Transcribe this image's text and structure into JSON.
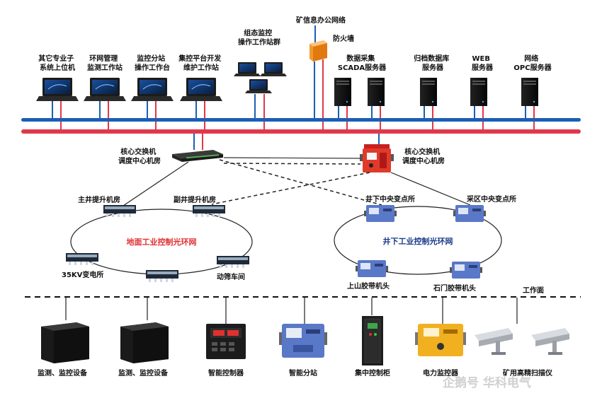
{
  "top_labels": {
    "mine_office_network": "矿信息办公网络",
    "firewall": "防火墙",
    "config_ws_group": [
      "组态监控",
      "操作工作站群"
    ],
    "other_pc": [
      "其它专业子",
      "系统上位机"
    ],
    "ring_mgmt": [
      "环网管理",
      "监测工作站"
    ],
    "sub_control": [
      "监控分站",
      "操作工作台"
    ],
    "integration": [
      "集控平台开发",
      "维护工作站"
    ],
    "scada": [
      "数据采集",
      "SCADA服务器"
    ],
    "archive": [
      "归档数据库",
      "服务器"
    ],
    "web": [
      "WEB",
      "服务器"
    ],
    "opc": [
      "网络",
      "OPC服务器"
    ]
  },
  "core_switches": {
    "left": [
      "核心交换机",
      "调度中心机房"
    ],
    "right": [
      "核心交换机",
      "调度中心机房"
    ]
  },
  "ground_ring": {
    "title": "地面工业控制光环网",
    "nodes": [
      "主井提升机房",
      "副井提升机房",
      "35KV变电所",
      "动筛车间"
    ]
  },
  "underground_ring": {
    "title": "井下工业控制光环网",
    "nodes": [
      "井下中央变点所",
      "采区中央变点所",
      "上山胶带机头",
      "石门胶带机头"
    ]
  },
  "work_face": "工作面",
  "bottom_devices": [
    "监测、监控设备",
    "监测、监控设备",
    "智能控制器",
    "智能分站",
    "集中控制柜",
    "电力监控器",
    "矿用高精扫描仪"
  ],
  "watermark": "企鹅号 华科电气",
  "colors": {
    "blue_bus": "#1a5fb4",
    "red_bus": "#e0384a",
    "ring_red": "#e03030",
    "ring_navy": "#1a3a8a",
    "station_blue": "#5a78c8"
  }
}
